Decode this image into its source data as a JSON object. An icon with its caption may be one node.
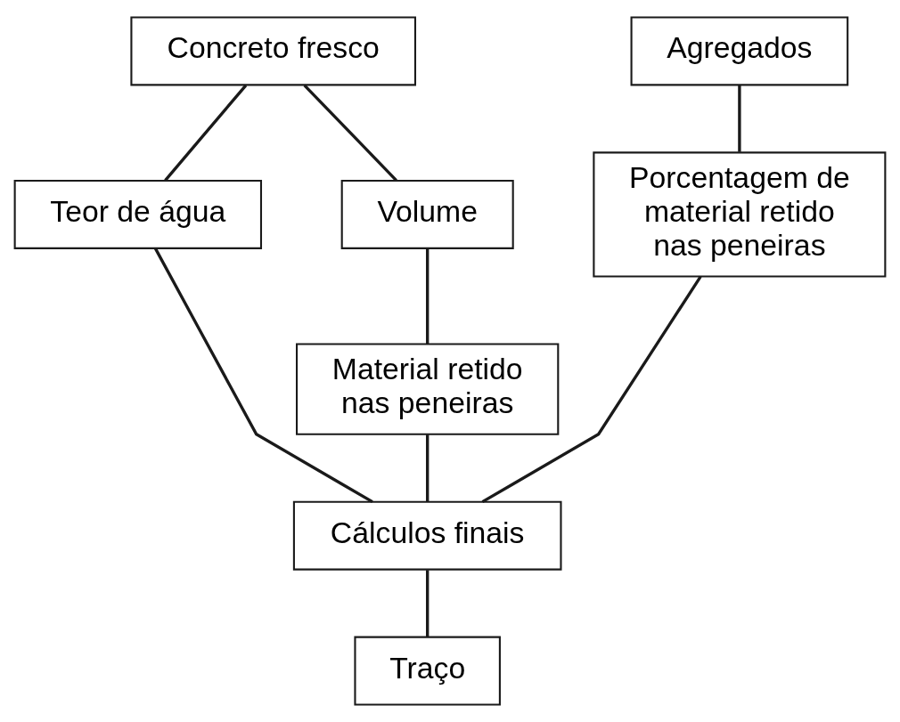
{
  "diagram": {
    "nodes": [
      {
        "text": [
          "Concreto fresco"
        ]
      },
      {
        "text": [
          "Agregados"
        ]
      },
      {
        "text": [
          "Teor de água"
        ]
      },
      {
        "text": [
          "Volume"
        ]
      },
      {
        "text": [
          "Porcentagem de material retido nas peneiras"
        ]
      },
      {
        "text": [
          "Material retido nas peneiras"
        ]
      },
      {
        "text": [
          "Cálculos finais"
        ]
      },
      {
        "text": [
          "Traço"
        ]
      }
    ],
    "edges": [
      {
        "from": 0,
        "to": 2,
        "arrow": "none"
      },
      {
        "from": 0,
        "to": 3,
        "arrow": "none"
      },
      {
        "from": 1,
        "to": 4,
        "arrow": "none"
      },
      {
        "from": 3,
        "to": 5,
        "arrow": "none"
      },
      {
        "from": 2,
        "to": 6,
        "arrow": "none"
      },
      {
        "from": 5,
        "to": 6,
        "arrow": "none"
      },
      {
        "from": 4,
        "to": 6,
        "arrow": "none"
      },
      {
        "from": 6,
        "to": 7,
        "arrow": "none"
      }
    ]
  }
}
